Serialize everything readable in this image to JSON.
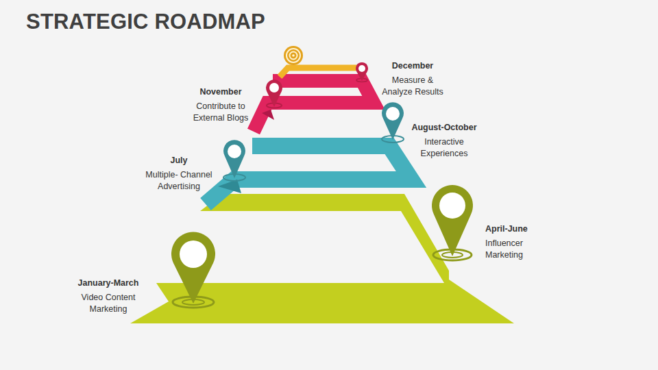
{
  "diagram": {
    "title": "STRATEGIC ROADMAP",
    "nodes": [
      {
        "text": [
          "January-March",
          "Video Content Marketing"
        ]
      },
      {
        "text": [
          "April-June",
          "Influencer Marketing"
        ]
      },
      {
        "text": [
          "July",
          "Multiple- Channel Advertising"
        ]
      },
      {
        "text": [
          "August-October",
          "Interactive Experiences"
        ]
      },
      {
        "text": [
          "November",
          "Contribute to External Blogs"
        ]
      },
      {
        "text": [
          "December",
          "Measure & Analyze Results"
        ]
      }
    ]
  }
}
